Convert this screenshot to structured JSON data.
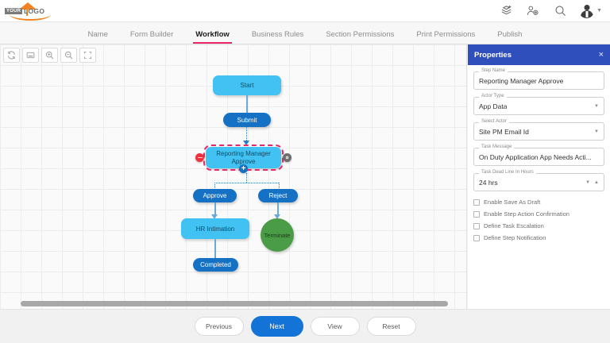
{
  "header": {
    "logo_your": "YOUR",
    "logo_text": "LOGO",
    "icons": [
      {
        "name": "layers-add-icon"
      },
      {
        "name": "user-settings-icon"
      },
      {
        "name": "search-icon"
      },
      {
        "name": "avatar"
      }
    ]
  },
  "tabs": [
    {
      "label": "Name",
      "active": false
    },
    {
      "label": "Form Builder",
      "active": false
    },
    {
      "label": "Workflow",
      "active": true
    },
    {
      "label": "Business Rules",
      "active": false
    },
    {
      "label": "Section Permissions",
      "active": false
    },
    {
      "label": "Print Permissions",
      "active": false
    },
    {
      "label": "Publish",
      "active": false
    }
  ],
  "canvas": {
    "toolbar": [
      {
        "name": "refresh-icon"
      },
      {
        "name": "fit-screen-icon"
      },
      {
        "name": "zoom-in-icon"
      },
      {
        "name": "zoom-out-icon"
      },
      {
        "name": "fullscreen-icon"
      }
    ],
    "nodes": {
      "start": "Start",
      "submit": "Submit",
      "reporting_manager_approve": "Reporting Manager Approve",
      "approve": "Approve",
      "reject": "Reject",
      "hr_intimation": "HR Intimation",
      "terminate": "Terminate",
      "completed": "Completed"
    }
  },
  "panel": {
    "title": "Properties",
    "close": "×",
    "fields": [
      {
        "label": "Step Name",
        "value": "Reporting Manager Approve",
        "type": "text"
      },
      {
        "label": "Actor Type",
        "value": "App Data",
        "type": "select"
      },
      {
        "label": "Select Actor",
        "value": "Site PM Email Id",
        "type": "select"
      },
      {
        "label": "Task Message",
        "value": "On Duty Application App Needs Acti...",
        "type": "text"
      },
      {
        "label": "Task Dead Line In Hours",
        "value": "24 hrs",
        "type": "number"
      }
    ],
    "checkboxes": [
      {
        "label": "Enable Save As Draft",
        "checked": false
      },
      {
        "label": "Enable Step Action Confirmation",
        "checked": false
      },
      {
        "label": "Define Task Escalation",
        "checked": false
      },
      {
        "label": "Define Step Notification",
        "checked": false
      }
    ]
  },
  "footer": {
    "buttons": [
      {
        "label": "Previous",
        "primary": false
      },
      {
        "label": "Next",
        "primary": true
      },
      {
        "label": "View",
        "primary": false
      },
      {
        "label": "Reset",
        "primary": false
      }
    ]
  },
  "colors": {
    "accent_tab": "#e8276b",
    "panel_header": "#2f4fbd",
    "node_light": "#41c2f2",
    "node_dark": "#1471c4",
    "node_terminate": "#4a9c46",
    "primary_button": "#1473d6",
    "logo_orange": "#f58220"
  }
}
